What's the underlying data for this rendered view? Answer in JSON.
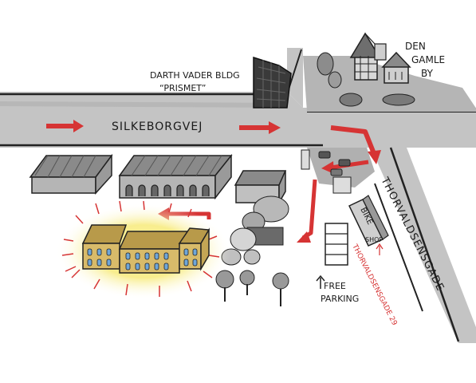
{
  "labels": {
    "darth_vader_line1": "DARTH VADER BLDG",
    "darth_vader_line2": "“PRISMET”",
    "den_gamle_by_line1": "DEN",
    "den_gamle_by_line2": "GAMLE",
    "den_gamle_by_line3": "BY",
    "silkeborgvej": "SILKEBORGVEJ",
    "thorvaldsensgade": "THORVALDSENSGADE",
    "bike_shop_bike": "BIKE",
    "bike_shop_shop": "SHOP",
    "address": "THORVALDSENSGADE 29",
    "free_parking_line1": "FREE",
    "free_parking_line2": "PARKING"
  },
  "colors": {
    "road": "#bdbdbd",
    "road_dark": "#8a8a8a",
    "arrow": "#d63434",
    "highlight": "#f5e36b",
    "target_building": "#cfb062",
    "building_gray": "#9a9a9a",
    "tree": "#8c8c8c"
  },
  "icons": [
    "arrow-right-icon",
    "tree-icon",
    "car-icon",
    "building-icon"
  ]
}
